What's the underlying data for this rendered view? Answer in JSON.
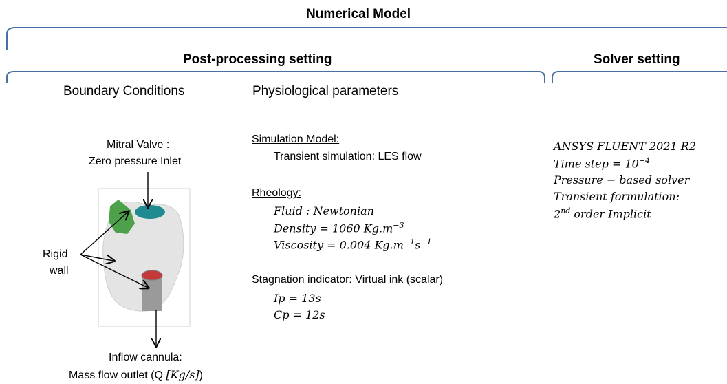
{
  "title": "Numerical Model",
  "sections": {
    "post": "Post-processing setting",
    "solver": "Solver setting"
  },
  "subheads": {
    "boundary": "Boundary Conditions",
    "physio": "Physiological parameters"
  },
  "boundary": {
    "mitral_line1": "Mitral Valve :",
    "mitral_line2": "Zero pressure Inlet",
    "rigid_line1": "Rigid",
    "rigid_line2": "wall",
    "inflow_line1": "Inflow cannula:",
    "inflow_line2_prefix": "Mass flow outlet (Q ",
    "inflow_line2_units": "[Kg/s]",
    "inflow_line2_suffix": ")"
  },
  "physio": {
    "sim_heading": "Simulation Model:",
    "sim_value": "Transient simulation: LES flow",
    "rheo_heading": "Rheology:",
    "fluid": "Fluid : Newtonian",
    "density_prefix": "Density =  1060 Kg.m",
    "density_exp": "−3",
    "viscosity_prefix": "Viscosity = 0.004 Kg.m",
    "viscosity_exp1": "−1",
    "viscosity_mid": "s",
    "viscosity_exp2": "−1",
    "stag_heading": "Stagnation indicator:",
    "stag_value": " Virtual ink (scalar)",
    "ip": "Ip = 13s",
    "cp": "Cp = 12s"
  },
  "solver": {
    "line1": "ANSYS FLUENT 2021 R2",
    "timestep_prefix": "Time step =  10",
    "timestep_exp": "−4",
    "line3": "Pressure − based solver",
    "line4": "Transient formulation:",
    "line5_base": "2",
    "line5_sup": "nd",
    "line5_rest": " order Implicit"
  },
  "colors": {
    "bracket": "#4a6fa5",
    "valve_green": "#4ca14a",
    "valve_teal": "#1f8a8f",
    "heart_gray": "#e4e4e4",
    "cannula_red": "#c43a3a"
  }
}
